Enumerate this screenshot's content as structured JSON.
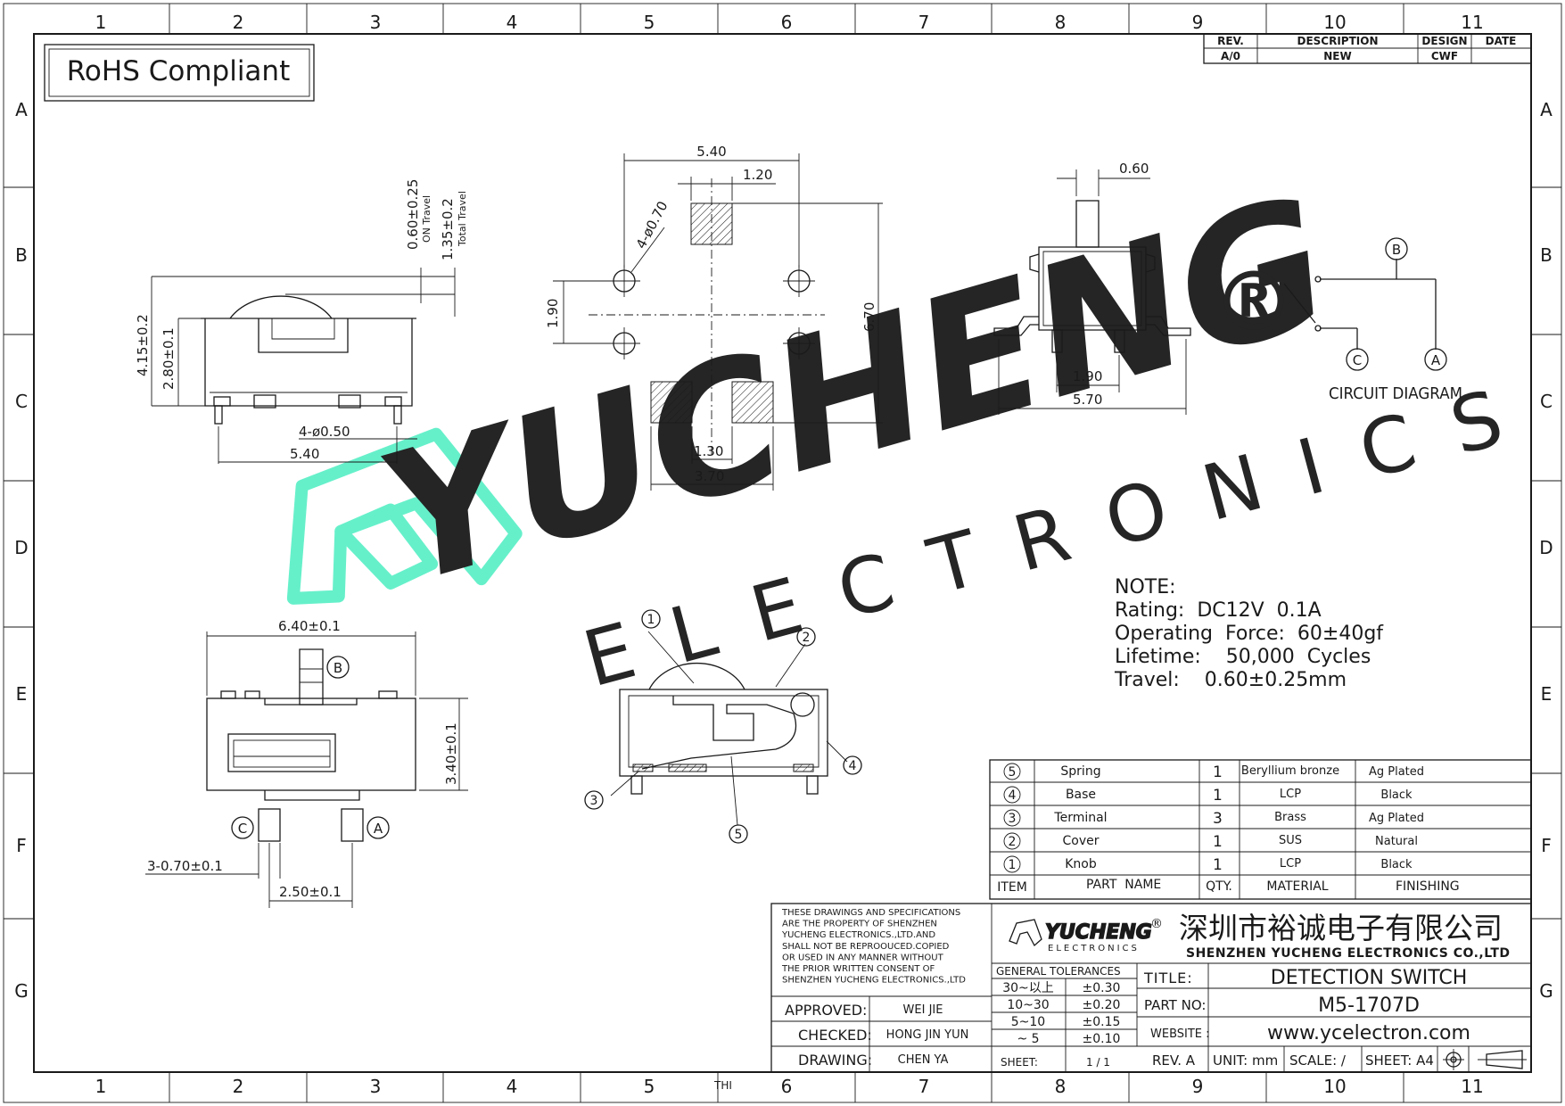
{
  "frame": {
    "columns": [
      "1",
      "2",
      "3",
      "4",
      "5",
      "6",
      "7",
      "8",
      "9",
      "10",
      "11"
    ],
    "rows": [
      "A",
      "B",
      "C",
      "D",
      "E",
      "F",
      "G"
    ],
    "bottom_mark": "THI"
  },
  "rohs": "RoHS Compliant",
  "revision_block": {
    "headers": [
      "REV.",
      "DESCRIPTION",
      "DESIGN",
      "DATE"
    ],
    "row": [
      "A/0",
      "NEW",
      "CWF",
      ""
    ]
  },
  "watermark": {
    "brand": "YUCHENG",
    "sub": "ELECTRONICS",
    "registered": "®",
    "color": "#5ef0c8"
  },
  "views": {
    "side_view": {
      "on_travel": "0.60±0.25",
      "on_travel_label": "ON Travel",
      "total_travel": "1.35±0.2",
      "total_travel_label": "Total Travel",
      "height": "4.15±0.2",
      "body_height": "2.80±0.1",
      "pin_dia": "4-ø0.50",
      "pin_span": "5.40"
    },
    "pcb_layout": {
      "width": "5.40",
      "pad_width": "1.20",
      "hole_dia": "4-ø0.70",
      "pitch_y": "1.90",
      "height": "6.70",
      "pad_gap": "1.30",
      "pad_span": "3.70"
    },
    "front_view": {
      "pin_width": "0.60",
      "pin_pitch": "1.90",
      "foot_span": "5.70"
    },
    "top_view": {
      "length": "6.40±0.1",
      "width": "3.40±0.1",
      "pin_width": "3-0.70±0.1",
      "pin_pitch": "2.50±0.1"
    }
  },
  "circuit": {
    "title": "CIRCUIT DIAGRAM",
    "terminals": [
      "A",
      "B",
      "C"
    ]
  },
  "callouts": [
    "1",
    "2",
    "3",
    "4",
    "5"
  ],
  "notes": {
    "heading": "NOTE:",
    "lines": [
      "Rating:  DC12V  0.1A",
      "Operating  Force:  60±40gf",
      "Lifetime:    50,000  Cycles",
      "Travel:    0.60±0.25mm"
    ]
  },
  "bom": {
    "headers": [
      "ITEM",
      "PART  NAME",
      "QTY.",
      "MATERIAL",
      "FINISHING"
    ],
    "rows": [
      {
        "item": "5",
        "name": "Spring",
        "qty": "1",
        "material": "Beryllium  bronze",
        "finishing": "Ag  Plated"
      },
      {
        "item": "4",
        "name": "Base",
        "qty": "1",
        "material": "LCP",
        "finishing": "Black"
      },
      {
        "item": "3",
        "name": "Terminal",
        "qty": "3",
        "material": "Brass",
        "finishing": "Ag  Plated"
      },
      {
        "item": "2",
        "name": "Cover",
        "qty": "1",
        "material": "SUS",
        "finishing": "Natural"
      },
      {
        "item": "1",
        "name": "Knob",
        "qty": "1",
        "material": "LCP",
        "finishing": "Black"
      }
    ]
  },
  "title_block": {
    "copyright": [
      "THESE DRAWINGS AND SPECIFICATIONS",
      "ARE THE PROPERTY OF SHENZHEN",
      "YUCHENG ELECTRONICS.,LTD.AND",
      "SHALL NOT BE REPROOUCED.COPIED",
      "OR USED IN ANY MANNER WITHOUT",
      "THE PRIOR WRITTEN CONSENT OF",
      "SHENZHEN YUCHENG ELECTRONICS.,LTD"
    ],
    "logo_text": "YUCHENG",
    "logo_reg": "®",
    "logo_sub": "ELECTRONICS",
    "company_cn": "深圳市裕诚电子有限公司",
    "company_en": "SHENZHEN YUCHENG ELECTRONICS CO.,LTD",
    "approvals": [
      {
        "label": "APPROVED:",
        "name": "WEI JIE"
      },
      {
        "label": "CHECKED:",
        "name": "HONG JIN YUN"
      },
      {
        "label": "DRAWING:",
        "name": "CHEN YA"
      }
    ],
    "tolerances_title": "GENERAL TOLERANCES",
    "tolerances": [
      {
        "range": "30~以上",
        "tol": "±0.30"
      },
      {
        "range": "10~30",
        "tol": "±0.20"
      },
      {
        "range": "5~10",
        "tol": "±0.15"
      },
      {
        "range": "~ 5",
        "tol": "±0.10"
      }
    ],
    "sheet_label": "SHEET:",
    "sheet_value": "1 / 1",
    "title_label": "TITLE:",
    "title": "DETECTION SWITCH",
    "part_label": "PART NO:",
    "part_no": "M5-1707D",
    "website_label": "WEBSITE :",
    "website": "www.ycelectron.com",
    "rev": "REV. A",
    "unit": "UNIT: mm",
    "scale": "SCALE: /",
    "sheet_size": "SHEET: A4"
  }
}
